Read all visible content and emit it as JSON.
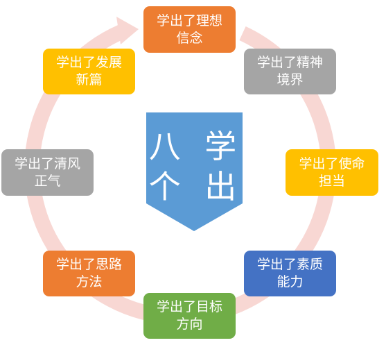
{
  "center": {
    "line1": "八 学",
    "line2": "个 出",
    "color": "#5b9bd5"
  },
  "ring": {
    "color": "#f8d7d3"
  },
  "steps": [
    {
      "line1": "学出了理想",
      "line2": "信念",
      "color": "#ed7d31"
    },
    {
      "line1": "学出了精神",
      "line2": "境界",
      "color": "#a5a5a5"
    },
    {
      "line1": "学出了使命",
      "line2": "担当",
      "color": "#ffc000"
    },
    {
      "line1": "学出了素质",
      "line2": "能力",
      "color": "#4472c4"
    },
    {
      "line1": "学出了目标",
      "line2": "方向",
      "color": "#70ad47"
    },
    {
      "line1": "学出了思路",
      "line2": "方法",
      "color": "#ed7d31"
    },
    {
      "line1": "学出了清风",
      "line2": "正气",
      "color": "#a5a5a5"
    },
    {
      "line1": "学出了发展",
      "line2": "新篇",
      "color": "#ffc000"
    }
  ]
}
